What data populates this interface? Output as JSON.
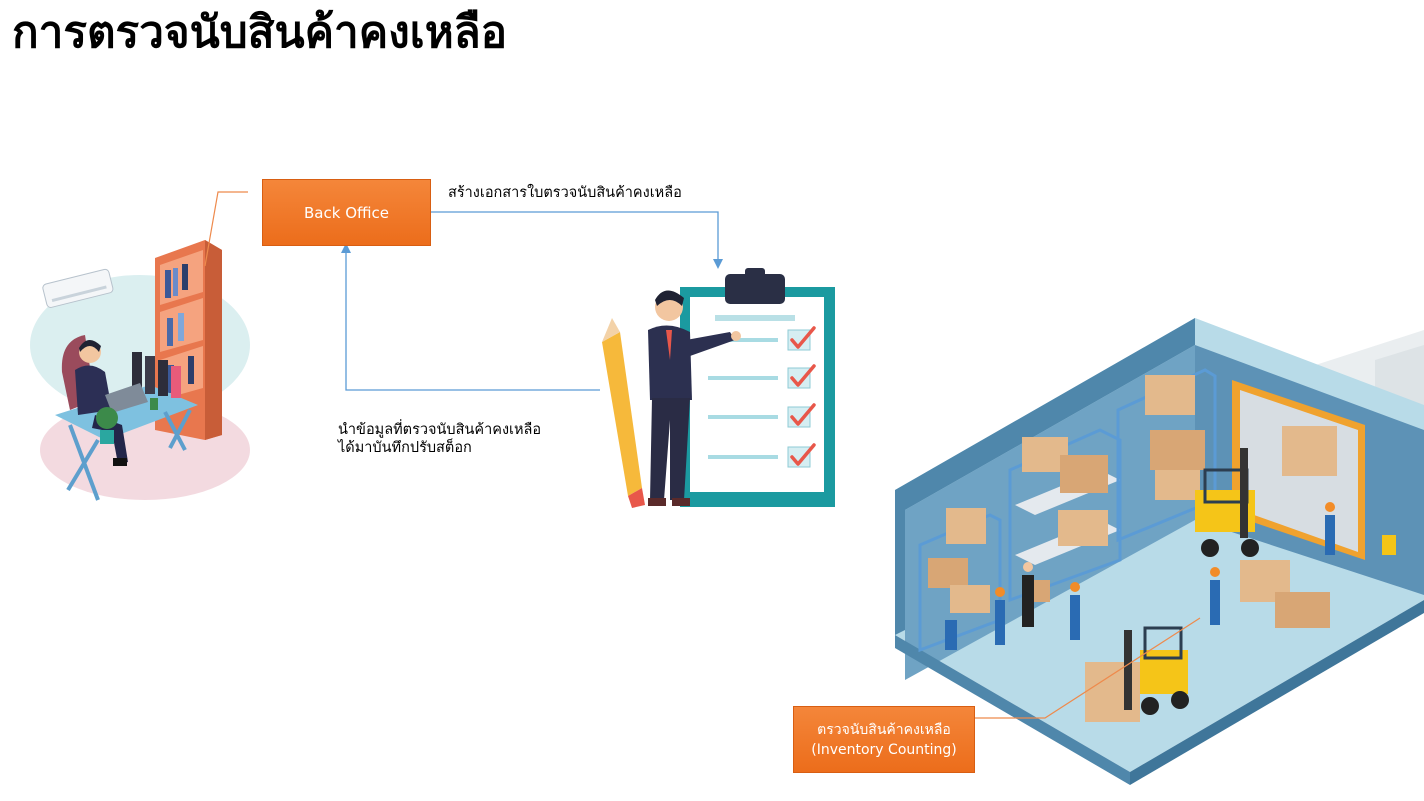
{
  "page": {
    "title": "การตรวจนับสินค้าคงเหลือ"
  },
  "nodes": {
    "back_office": {
      "label": "Back Office"
    },
    "inventory_counting": {
      "line1": "ตรวจนับสินค้าคงเหลือ",
      "line2": "(Inventory Counting)"
    }
  },
  "edges": {
    "create_doc": {
      "label": "สร้างเอกสารใบตรวจนับสินค้าคงเหลือ"
    },
    "record_stock": {
      "line1": "นำข้อมูลที่ตรวจนับสินค้าคงเหลือ",
      "line2": "ได้มาบันทึกปรับสต็อก"
    }
  },
  "colors": {
    "box_orange": "#ef7424",
    "connector_blue": "#5b9bd5",
    "callout_orange": "#ee8a4c",
    "clipboard_teal": "#1b9aa0",
    "warehouse_wall": "#6fa3c4",
    "warehouse_floor": "#b8dbe8"
  }
}
